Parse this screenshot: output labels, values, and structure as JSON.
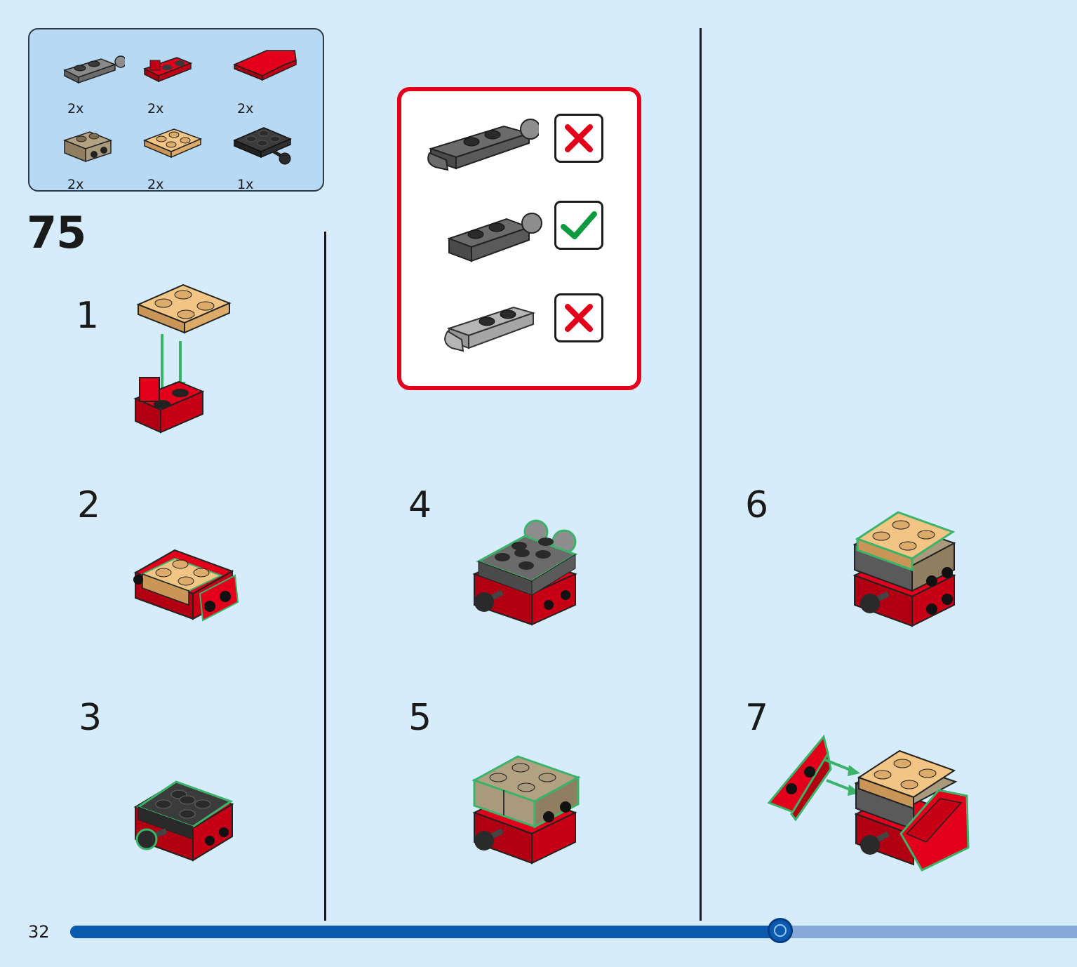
{
  "parts_list": {
    "items": [
      {
        "name": "dark-gray-plate-with-ball",
        "qty": "2x"
      },
      {
        "name": "red-bracket",
        "qty": "2x"
      },
      {
        "name": "red-wedge-plate",
        "qty": "2x"
      },
      {
        "name": "tan-bracket",
        "qty": "2x"
      },
      {
        "name": "tan-plate-2x2",
        "qty": "2x"
      },
      {
        "name": "black-plate-with-pin",
        "qty": "1x"
      }
    ]
  },
  "set_number": "75",
  "steps": [
    {
      "number": "1"
    },
    {
      "number": "2"
    },
    {
      "number": "3"
    },
    {
      "number": "4"
    },
    {
      "number": "5"
    },
    {
      "number": "6"
    },
    {
      "number": "7"
    }
  ],
  "hint": {
    "options": [
      {
        "part": "gray-plate-with-clip-and-ball",
        "verdict": "wrong"
      },
      {
        "part": "gray-plate-with-ball",
        "verdict": "correct"
      },
      {
        "part": "light-gray-plate-with-clip",
        "verdict": "wrong"
      }
    ]
  },
  "footer": {
    "page_number": "32",
    "progress": 0.705
  },
  "colors": {
    "background": "#d6ecfa",
    "red": "#e3001b",
    "tan": "#e8b77b",
    "dark_tan": "#a99a7d",
    "dark_gray": "#6b6b6b",
    "black": "#2a2a2a",
    "progress_blue": "#0a5bb0",
    "arrow_green": "#3bb36a",
    "check_green": "#0e9a3e"
  }
}
